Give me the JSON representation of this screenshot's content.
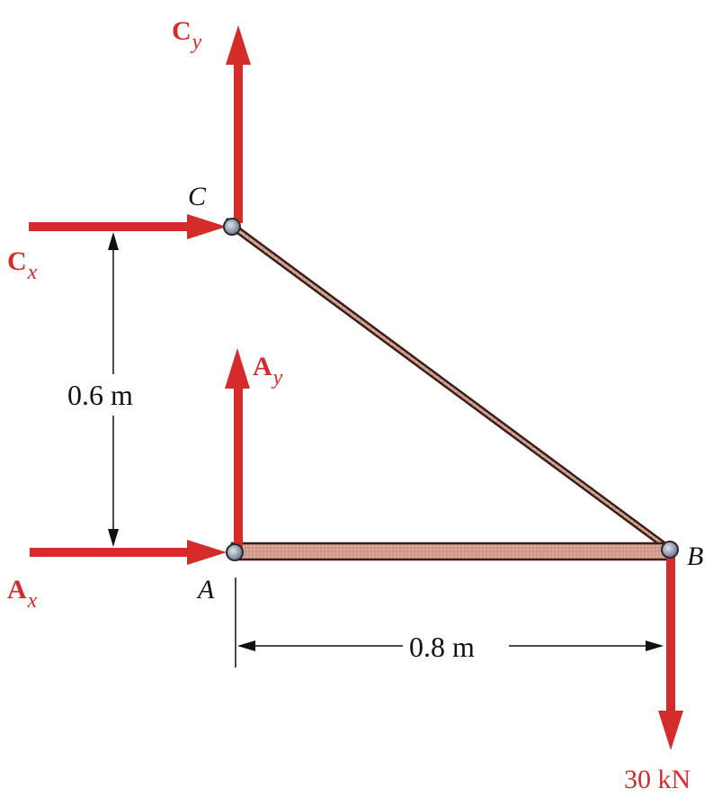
{
  "colors": {
    "force": "#d52b2a",
    "member_fill": "#d4a092",
    "member_edge": "#3a1e18",
    "pin": "#8a94a6",
    "dimension": "#111111",
    "text": "#111111"
  },
  "points": {
    "A": "A",
    "B": "B",
    "C": "C"
  },
  "forces": {
    "cy": {
      "main": "C",
      "sub": "y"
    },
    "cx": {
      "main": "C",
      "sub": "x"
    },
    "ay": {
      "main": "A",
      "sub": "y"
    },
    "ax": {
      "main": "A",
      "sub": "x"
    },
    "load": "30 kN"
  },
  "dimensions": {
    "vertical": "0.6 m",
    "horizontal": "0.8 m"
  }
}
